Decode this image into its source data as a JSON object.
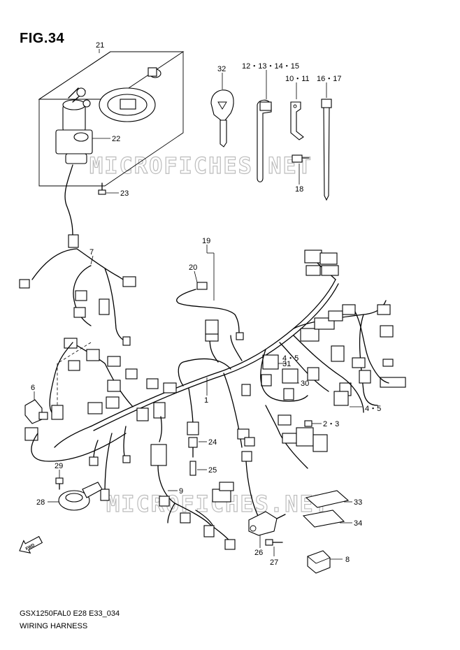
{
  "figure": {
    "title": "FIG.34",
    "code": "GSX1250FAL0 E28 E33_034",
    "name": "WIRING HARNESS",
    "watermark": "MICROFICHES.NET",
    "fwd": "FWD"
  },
  "callouts": {
    "c1": "1",
    "c2_3": "2・3",
    "c4_5a": "4・5",
    "c4_5b": "4・5",
    "c6": "6",
    "c7": "7",
    "c8": "8",
    "c9": "9",
    "c10_11": "10・11",
    "c12_15": "12・13・14・15",
    "c16_17": "16・17",
    "c18": "18",
    "c19": "19",
    "c20": "20",
    "c21": "21",
    "c22": "22",
    "c23": "23",
    "c24": "24",
    "c25": "25",
    "c26": "26",
    "c27": "27",
    "c28": "28",
    "c29": "29",
    "c30": "30",
    "c31": "31",
    "c32": "32",
    "c33": "33",
    "c34": "34"
  }
}
